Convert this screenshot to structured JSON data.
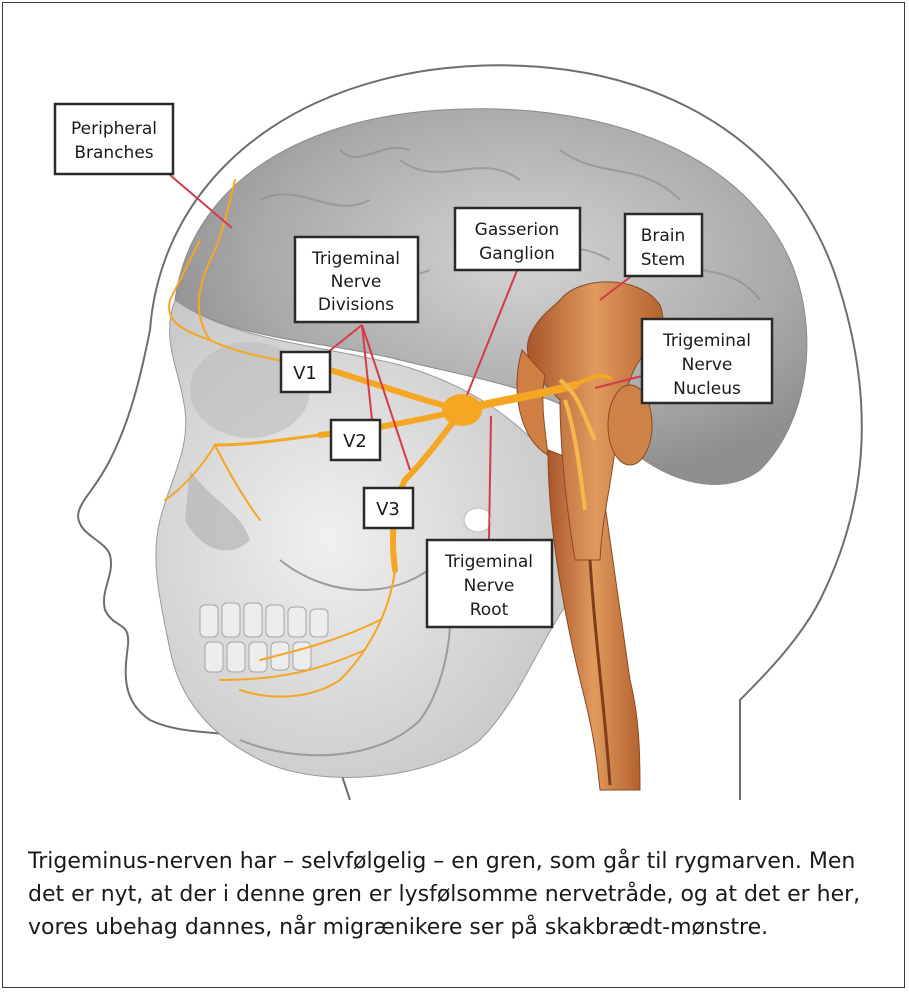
{
  "labels": {
    "peripheral_1": "Peripheral",
    "peripheral_2": "Branches",
    "trig_div_1": "Trigeminal",
    "trig_div_2": "Nerve",
    "trig_div_3": "Divisions",
    "gasserion_1": "Gasserion",
    "gasserion_2": "Ganglion",
    "brain_1": "Brain",
    "brain_2": "Stem",
    "nucleus_1": "Trigeminal",
    "nucleus_2": "Nerve",
    "nucleus_3": "Nucleus",
    "v1": "V1",
    "v2": "V2",
    "v3": "V3",
    "root_1": "Trigeminal",
    "root_2": "Nerve",
    "root_3": "Root"
  },
  "caption": {
    "line1": "Trigeminus-nerven har – selvfølgelig – en gren, som går til rygmarven. Men",
    "line2": "det er nyt, at der i denne gren er lysfølsomme nervetråde, og at det er her,",
    "line3": "vores ubehag dannes, når migrænikere ser på skakbrædt-mønstre."
  },
  "colors": {
    "nerve": "#f5a623",
    "brainstem": "#c9773c",
    "leader_line": "#d63a4a",
    "skull": "#d9d9d9",
    "brain": "#b9b9b9"
  }
}
